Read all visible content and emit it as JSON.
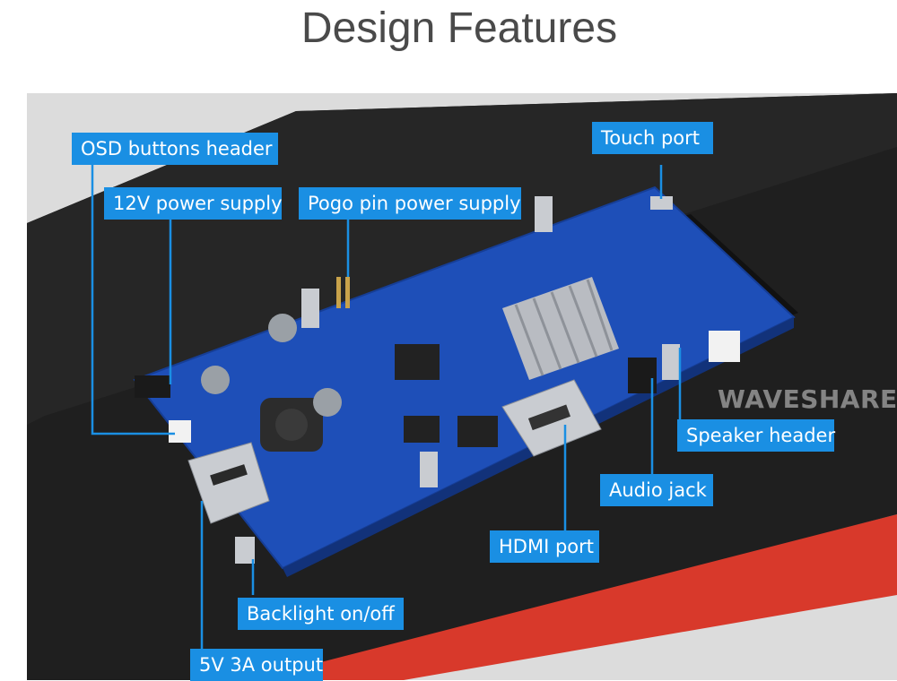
{
  "title": "Design Features",
  "callouts": {
    "osd": "OSD buttons header",
    "power12v": "12V power supply",
    "pogo": "Pogo pin power supply",
    "touch": "Touch port",
    "speaker": "Speaker header",
    "audio": "Audio jack",
    "hdmi": "HDMI port",
    "backlight": "Backlight on/off",
    "output5v": "5V 3A output"
  },
  "watermark": "WAVESHARE",
  "colors": {
    "callout_blue": "#1a8fe3",
    "board_blue": "#1e4fb8",
    "panel_black": "#1e1e1e",
    "frame_red": "#d8392b"
  }
}
